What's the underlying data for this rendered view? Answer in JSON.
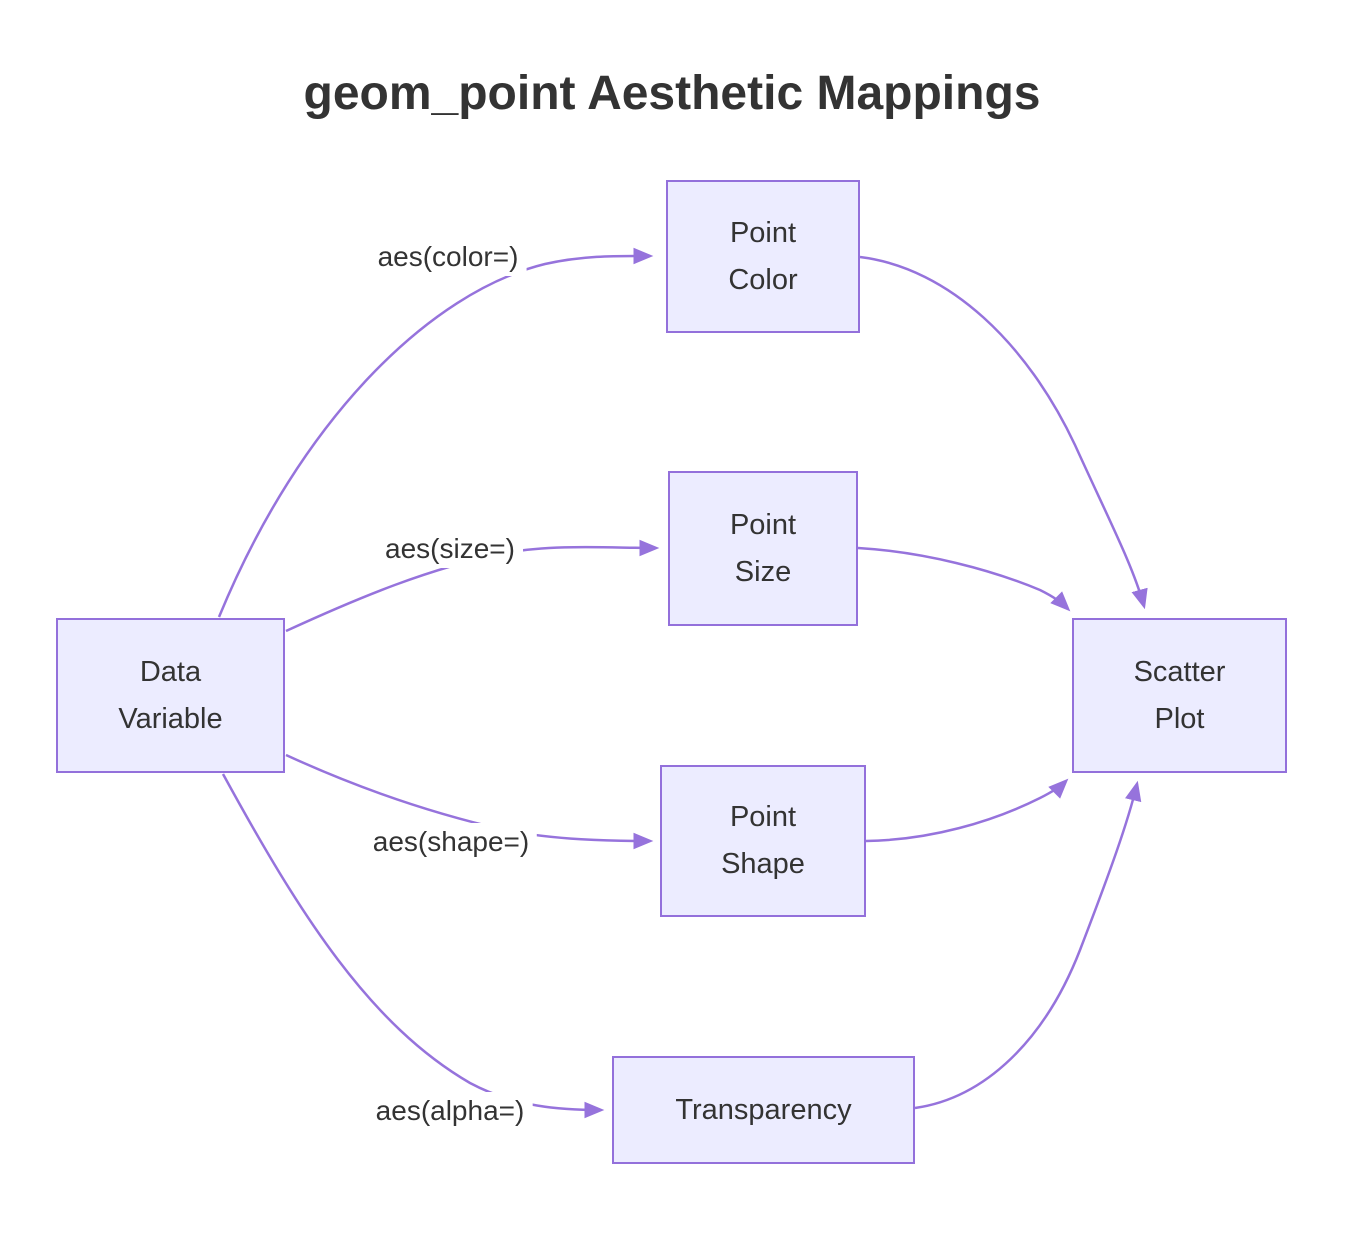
{
  "title": "geom_point Aesthetic Mappings",
  "colors": {
    "node_fill": "#ECECFF",
    "node_border": "#9370DB",
    "edge": "#9673DC",
    "text": "#333333",
    "bg": "#ffffff"
  },
  "diagram": {
    "type": "flowchart-left-right",
    "nodes": [
      {
        "id": "data-variable",
        "lines": [
          "Data",
          "Variable"
        ]
      },
      {
        "id": "point-color",
        "lines": [
          "Point",
          "Color"
        ]
      },
      {
        "id": "point-size",
        "lines": [
          "Point",
          "Size"
        ]
      },
      {
        "id": "point-shape",
        "lines": [
          "Point",
          "Shape"
        ]
      },
      {
        "id": "transparency",
        "lines": [
          "Transparency"
        ]
      },
      {
        "id": "scatter-plot",
        "lines": [
          "Scatter",
          "Plot"
        ]
      }
    ],
    "edges": [
      {
        "from": "Data Variable",
        "to": "Point Color",
        "label": "aes(color=)"
      },
      {
        "from": "Data Variable",
        "to": "Point Size",
        "label": "aes(size=)"
      },
      {
        "from": "Data Variable",
        "to": "Point Shape",
        "label": "aes(shape=)"
      },
      {
        "from": "Data Variable",
        "to": "Transparency",
        "label": "aes(alpha=)"
      },
      {
        "from": "Point Color",
        "to": "Scatter Plot",
        "label": ""
      },
      {
        "from": "Point Size",
        "to": "Scatter Plot",
        "label": ""
      },
      {
        "from": "Point Shape",
        "to": "Scatter Plot",
        "label": ""
      },
      {
        "from": "Transparency",
        "to": "Scatter Plot",
        "label": ""
      }
    ]
  }
}
